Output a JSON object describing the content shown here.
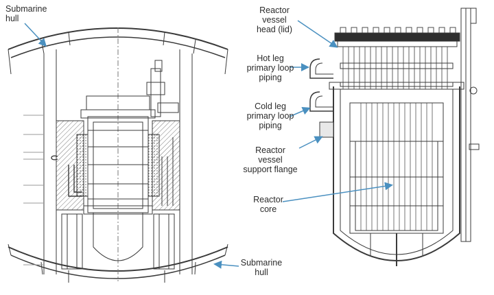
{
  "labels": {
    "sub_hull_top": "Submarine\nhull",
    "sub_hull_bottom": "Submarine\nhull",
    "vessel_head": "Reactor\nvessel\nhead (lid)",
    "hot_leg": "Hot leg\nprimary loop\npiping",
    "cold_leg": "Cold leg\nprimary loop\npiping",
    "support_flange": "Reactor\nvessel\nsupport flange",
    "core": "Reactor\ncore"
  },
  "colors": {
    "arrow": "#4a90c0",
    "ink": "#3a3a3a",
    "hatch": "#6a6a6a"
  }
}
